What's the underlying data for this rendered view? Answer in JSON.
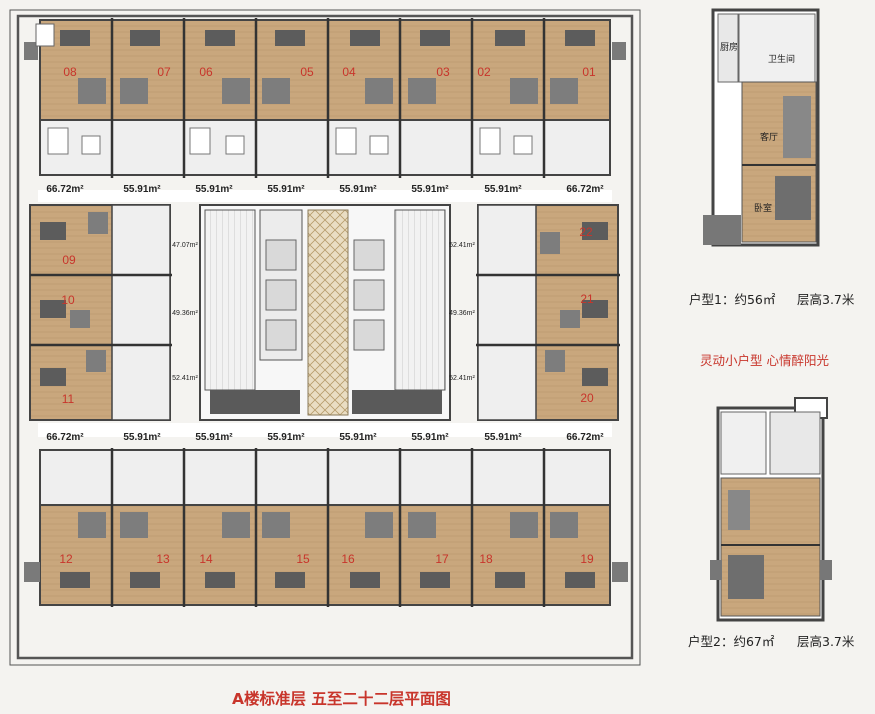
{
  "floor_plan": {
    "title": "A楼标准层  五至二十二层平面图",
    "units": [
      {
        "number": "08",
        "area": "66.72m²"
      },
      {
        "number": "07",
        "area": "55.91m²"
      },
      {
        "number": "06",
        "area": "55.91m²"
      },
      {
        "number": "05",
        "area": "55.91m²"
      },
      {
        "number": "04",
        "area": "55.91m²"
      },
      {
        "number": "03",
        "area": "55.91m²"
      },
      {
        "number": "02",
        "area": "55.91m²"
      },
      {
        "number": "01",
        "area": "66.72m²"
      },
      {
        "number": "09",
        "area": "47.07m²"
      },
      {
        "number": "10",
        "area": "49.36m²"
      },
      {
        "number": "11",
        "area": "52.41m²"
      },
      {
        "number": "22",
        "area": "52.41m²"
      },
      {
        "number": "21",
        "area": "49.36m²"
      },
      {
        "number": "20",
        "area": "52.41m²"
      },
      {
        "number": "12",
        "area": "66.72m²"
      },
      {
        "number": "13",
        "area": "55.91m²"
      },
      {
        "number": "14",
        "area": "55.91m²"
      },
      {
        "number": "15",
        "area": "55.91m²"
      },
      {
        "number": "16",
        "area": "55.91m²"
      },
      {
        "number": "17",
        "area": "55.91m²"
      },
      {
        "number": "18",
        "area": "55.91m²"
      },
      {
        "number": "19",
        "area": "66.72m²"
      }
    ]
  },
  "unit_type_1": {
    "rooms": [
      "卫生间",
      "厨房",
      "客厅",
      "卧室"
    ],
    "label": "户型1：约56㎡",
    "height": "层高3.7米"
  },
  "slogan": "灵动小户型 心情醉阳光",
  "unit_type_2": {
    "label": "户型2：约67㎡",
    "height": "层高3.7米"
  },
  "colors": {
    "accent": "#c8352b",
    "wood": "#c7a57c",
    "wall": "#4a4a4a",
    "corridor": "#eeeeec"
  }
}
